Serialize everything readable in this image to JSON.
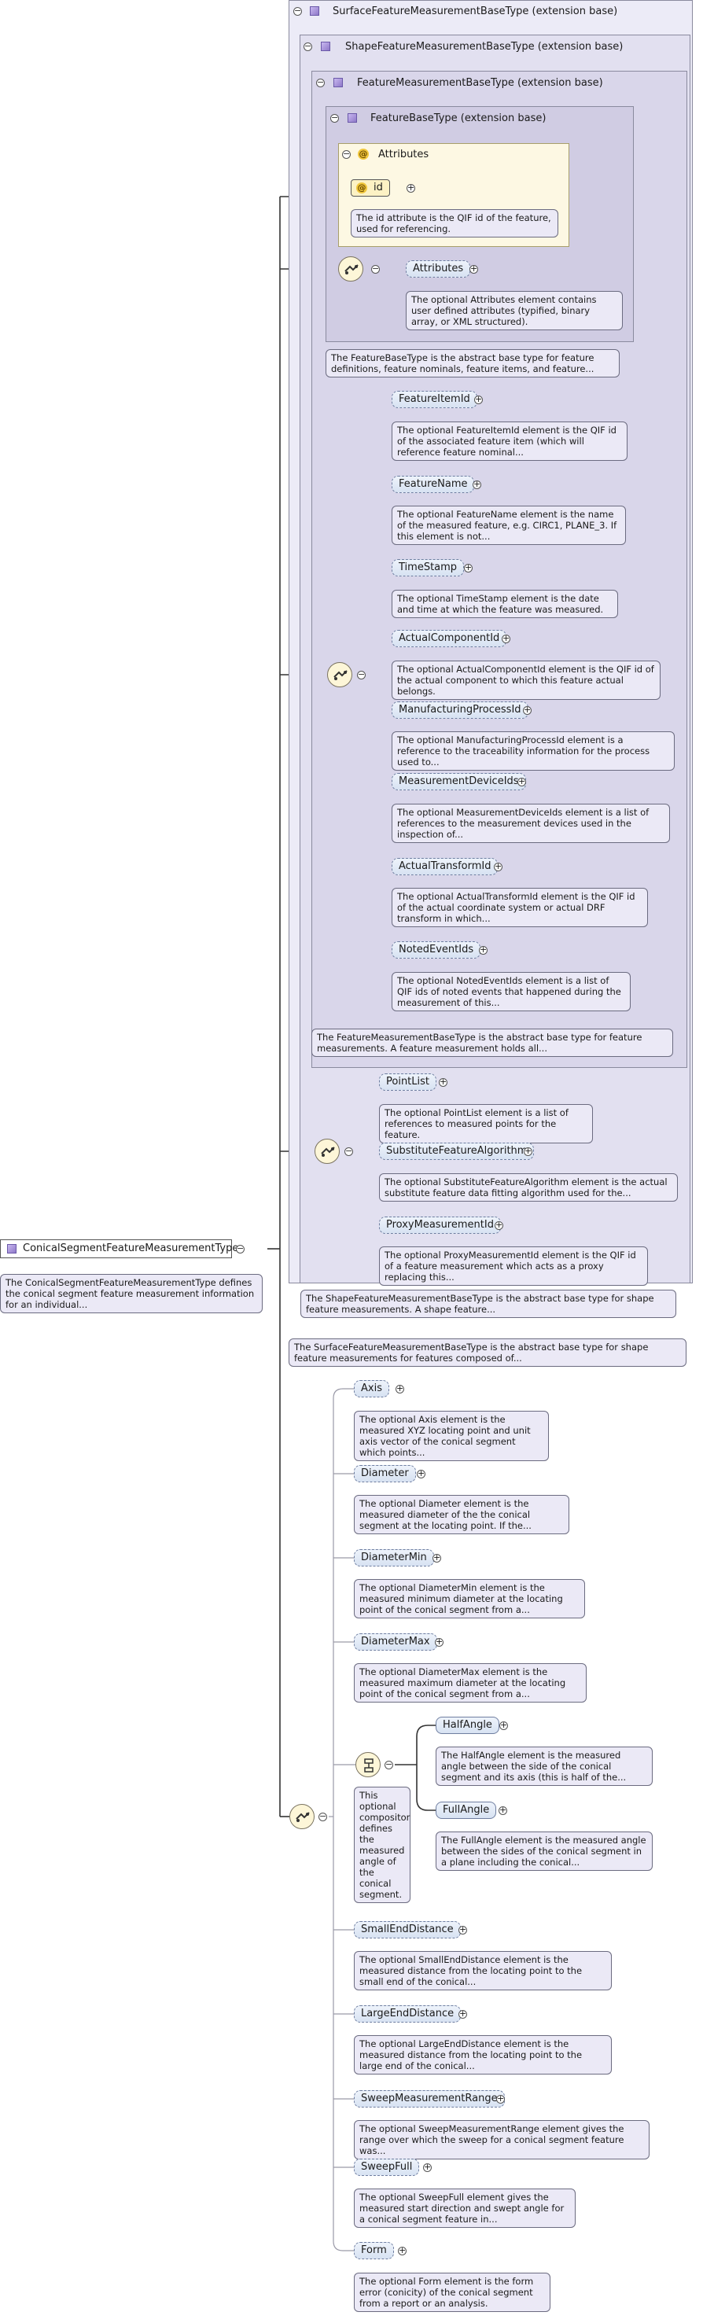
{
  "root": {
    "label": "ConicalSegmentFeatureMeasurementType",
    "note": "The ConicalSegmentFeatureMeasurementType defines the conical segment feature measurement information for an individual..."
  },
  "frames": {
    "surface": {
      "title": "SurfaceFeatureMeasurementBaseType (extension base)",
      "note": "The SurfaceFeatureMeasurementBaseType is the abstract base type for shape feature measurements for features composed of..."
    },
    "shape": {
      "title": "ShapeFeatureMeasurementBaseType (extension base)",
      "note": "The ShapeFeatureMeasurementBaseType is the abstract base type for shape feature measurements. A shape feature..."
    },
    "measurement": {
      "title": "FeatureMeasurementBaseType (extension base)",
      "note": "The FeatureMeasurementBaseType is the abstract base type for feature measurements. A feature measurement holds all..."
    },
    "featurebase": {
      "title": "FeatureBaseType (extension base)",
      "note": "The FeatureBaseType is the abstract base type for feature definitions, feature nominals, feature items, and feature..."
    },
    "attributes": {
      "title": "Attributes",
      "id_label": "id",
      "id_note": "The id attribute is the QIF id of the feature, used for referencing."
    }
  },
  "fb_attributes": {
    "label": "Attributes",
    "note": "The optional Attributes element contains user defined attributes (typified, binary array, or XML structured)."
  },
  "fm_elements": [
    {
      "label": "FeatureItemId",
      "note": "The optional FeatureItemId element is the QIF id of the associated feature item (which will reference feature nominal..."
    },
    {
      "label": "FeatureName",
      "note": "The optional FeatureName element is the name of the measured feature, e.g. CIRC1, PLANE_3. If this element is not..."
    },
    {
      "label": "TimeStamp",
      "note": "The optional TimeStamp element is the date and time at which the feature was measured."
    },
    {
      "label": "ActualComponentId",
      "note": "The optional ActualComponentId element is the QIF id of the actual component to which this feature actual belongs."
    },
    {
      "label": "ManufacturingProcessId",
      "note": "The optional ManufacturingProcessId element is a reference to the traceability information for the process used to..."
    },
    {
      "label": "MeasurementDeviceIds",
      "note": "The optional MeasurementDeviceIds element is a list of references to the measurement devices used in the inspection of..."
    },
    {
      "label": "ActualTransformId",
      "note": "The optional ActualTransformId element is the QIF id of the actual coordinate system or actual DRF transform in which..."
    },
    {
      "label": "NotedEventIds",
      "note": "The optional NotedEventIds element is a list of QIF ids of noted events that happened during the measurement of this..."
    }
  ],
  "shape_elements": [
    {
      "label": "PointList",
      "note": "The optional PointList element is a list of references to measured points for the feature."
    },
    {
      "label": "SubstituteFeatureAlgorithm",
      "note": "The optional SubstituteFeatureAlgorithm element is the actual substitute feature data fitting algorithm used for the..."
    },
    {
      "label": "ProxyMeasurementId",
      "note": "The optional ProxyMeasurementId element is the QIF id of a feature measurement which acts as a proxy replacing this..."
    }
  ],
  "conical_elements": [
    {
      "label": "Axis",
      "note": "The optional Axis element is the measured XYZ locating point and unit axis vector of the conical segment which points..."
    },
    {
      "label": "Diameter",
      "note": "The optional Diameter element is the measured diameter of the the conical segment at the locating point. If the..."
    },
    {
      "label": "DiameterMin",
      "note": "The optional DiameterMin element is the measured minimum diameter at the locating point of the conical segment from a..."
    },
    {
      "label": "DiameterMax",
      "note": "The optional DiameterMax element is the measured maximum diameter at the locating point of the conical segment from a..."
    }
  ],
  "choice": {
    "note": "This optional compositor defines the measured angle of the conical segment.",
    "elements": [
      {
        "label": "HalfAngle",
        "note": "The HalfAngle element is the measured angle between the side of the conical segment and its axis (this is half of the..."
      },
      {
        "label": "FullAngle",
        "note": "The FullAngle element is the measured angle between the sides of the conical segment in a plane including the conical..."
      }
    ]
  },
  "conical_elements_after": [
    {
      "label": "SmallEndDistance",
      "note": "The optional SmallEndDistance element is the measured distance from the locating point to the small end of the conical..."
    },
    {
      "label": "LargeEndDistance",
      "note": "The optional LargeEndDistance element is the measured distance from the locating point to the large end of the conical..."
    },
    {
      "label": "SweepMeasurementRange",
      "note": "The optional SweepMeasurementRange element gives the range over which the sweep for a conical segment feature was..."
    },
    {
      "label": "SweepFull",
      "note": "The optional SweepFull element gives the measured start direction and swept angle for a conical segment feature in..."
    },
    {
      "label": "Form",
      "note": "The optional Form element is the form error (conicity) of the conical segment from a report or an analysis."
    }
  ]
}
